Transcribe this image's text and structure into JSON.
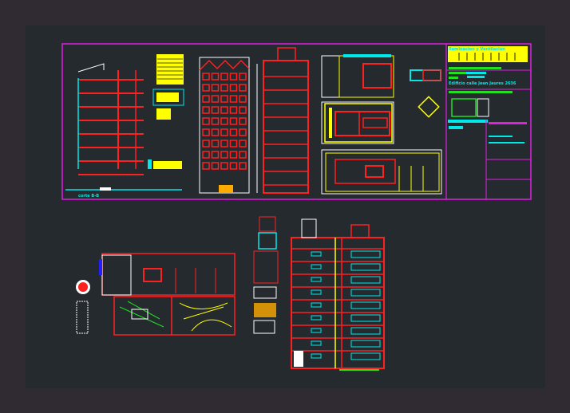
{
  "title_block": {
    "heading": "Iluminacion y Ventilacion",
    "project": "Edificio calle Jean Jaures 2636"
  },
  "section_label": "corte B-B",
  "colors": {
    "background": "#302b33",
    "paper": "#252a2f",
    "frame": "#e020e0",
    "walls": "#ff2020",
    "annotation": "#00e8e8",
    "highlight": "#ffff00",
    "green": "#20e020",
    "white": "#ffffff"
  }
}
